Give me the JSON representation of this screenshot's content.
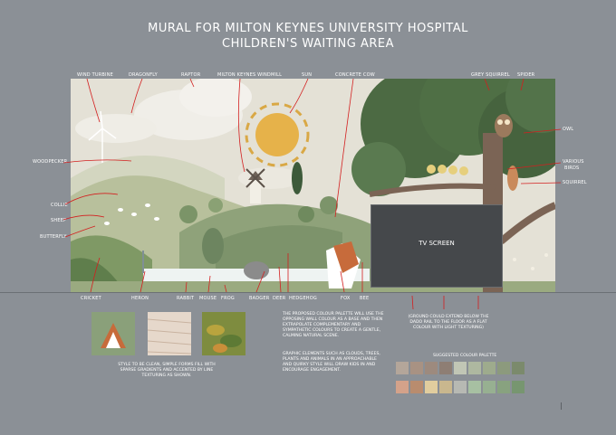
{
  "title_line1": "MURAL FOR MILTON KEYNES UNIVERSITY HOSPITAL",
  "title_line2": "CHILDREN'S WAITING AREA",
  "labels_top": {
    "wind_turbine": "WIND TURBINE",
    "dragonfly": "DRAGONFLY",
    "raptor": "RAPTOR",
    "windmill": "MILTON KEYNES WINDMILL",
    "sun": "SUN",
    "concrete_cow": "CONCRETE COW",
    "grey_squirrel": "GREY SQUIRREL",
    "spider": "SPIDER"
  },
  "labels_left": {
    "woodpecker": "WOODPECKER",
    "collie": "COLLIE",
    "sheep": "SHEEP",
    "butterfly": "BUTTERFLY"
  },
  "labels_right": {
    "owl": "OWL",
    "various_birds_1": "VARIOUS",
    "various_birds_2": "BIRDS",
    "squirrel": "SQUIRREL"
  },
  "labels_bottom": {
    "cricket": "CRICKET",
    "heron": "HERON",
    "rabbit": "RABBIT",
    "mouse": "MOUSE",
    "frog": "FROG",
    "badger": "BADGER",
    "deer": "DEER",
    "hedgehog": "HEDGEHOG",
    "fox": "FOX",
    "bee": "BEE"
  },
  "tv_screen": "TV SCREEN",
  "style_note": "STYLE TO BE CLEAN, SIMPLE FORMS FILL WITH SPARSE GRADIENTS AND ACCENTED BY LINE TEXTURING AS SHOWN.",
  "colour_note_1": "THE PROPOSED COLOUR PALETTE WILL USE THE OPPOSING WALL COLOUR AS A BASE AND THEN EXTRAPOLATE COMPLEMENTARY AND SYMPATHETIC COLOURS TO CREATE A GENTLE, CALMING NATURAL SCENE.",
  "colour_note_2": "GRAPHIC ELEMENTS SUCH AS CLOUDS, TREES, PLANTS AND ANIMALS IN AN APPROACHABLE AND QUIRKY STYLE WILL DRAW KIDS IN AND ENCOURAGE ENGAGEMENT.",
  "ground_note": "(GROUND COULD EXTEND BELOW THE DADO RAIL TO THE FLOOR AS A FLAT COLOUR WITH LIGHT TEXTURING)",
  "palette_title": "SUGGESTED COLOUR PALETTE",
  "palette_row1": [
    "#b4a69a",
    "#a89283",
    "#9d8a7e",
    "#8e7e74",
    "#c1c6b5",
    "#aeb8a0",
    "#9eab8d",
    "#8c9a7d",
    "#7b8a6c"
  ],
  "palette_row2": [
    "#d4a28a",
    "#b98c6e",
    "#e1cd9e",
    "#c9b78e",
    "#b7b9b3",
    "#a7c0a2",
    "#97b091",
    "#88a27f",
    "#779670"
  ]
}
